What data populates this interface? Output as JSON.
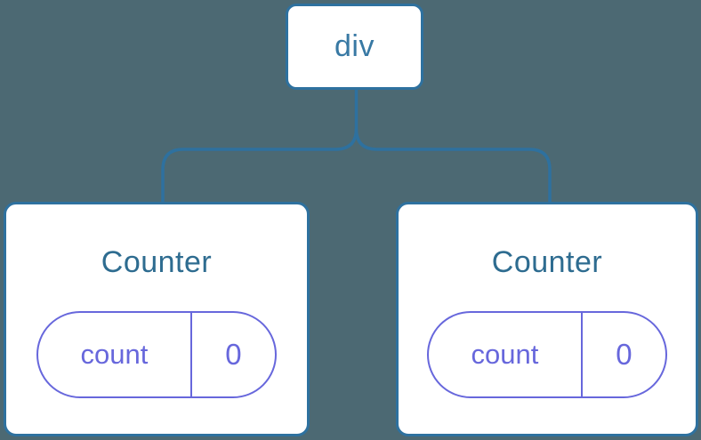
{
  "theme": {
    "bg": "#4C6973",
    "stroke": "#2E719F",
    "node-fill": "#FFFFFF",
    "node-text": "#3879A4",
    "title-text": "#2E6C90",
    "state": "#6767DC"
  },
  "tree": {
    "root": {
      "label": "div"
    },
    "children": [
      {
        "name": "Counter",
        "state": {
          "key": "count",
          "value": "0"
        }
      },
      {
        "name": "Counter",
        "state": {
          "key": "count",
          "value": "0"
        }
      }
    ]
  }
}
